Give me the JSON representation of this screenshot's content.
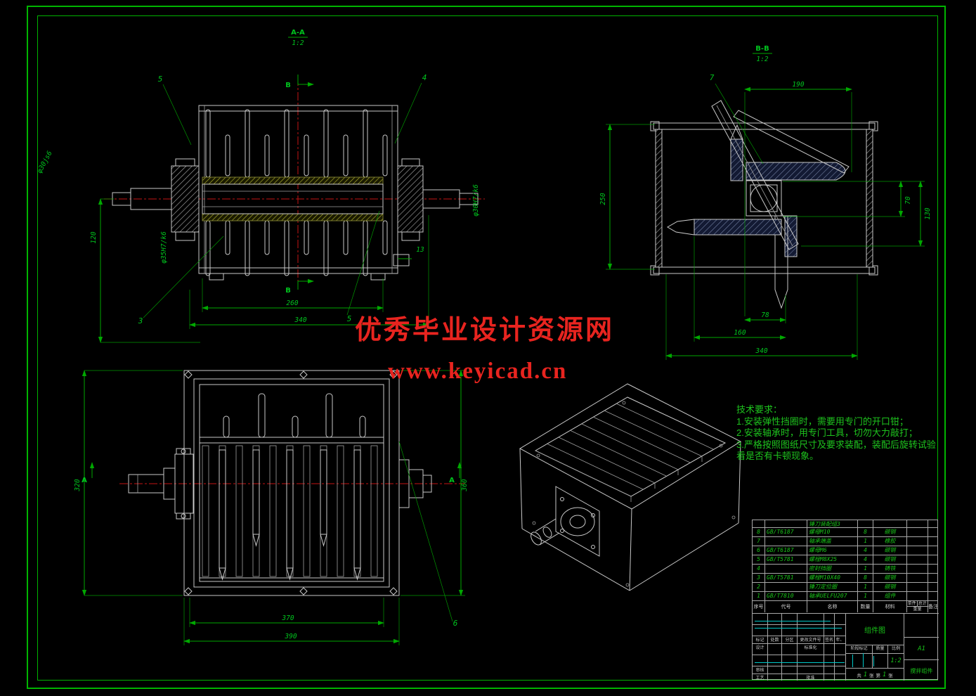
{
  "colors": {
    "frame_green": "#00b400",
    "dim_green": "#00a800",
    "line_white": "#c9c9c9",
    "centerline_red": "#c41414",
    "watermark_red": "#e8241f",
    "signature_cyan": "#00c8c8"
  },
  "watermark": {
    "line1": "优秀毕业设计资源网",
    "line2": "www.keyicad.cn"
  },
  "section_labels": {
    "aa": {
      "title": "A-A",
      "scale": "1:2"
    },
    "bb": {
      "title": "B-B",
      "scale": "1:2"
    }
  },
  "tech_requirements": {
    "title": "技术要求：",
    "line1": "1.安装弹性挡圈时，需要用专门的开口钳；",
    "line2": "2.安装轴承时，用专门工具，切勿大力敲打；",
    "line3": "3.严格按照图纸尺寸及要求装配，装配后旋转试验",
    "line4": "看是否有卡顿现象。"
  },
  "front_view": {
    "dim_left": "120",
    "dim_bottom_inner": "260",
    "dim_bottom_outer": "340",
    "dim_shaft_left": "φ30js6",
    "dim_hub": "φ35H7/k6",
    "dim_shaft_right": "φ30H7/k6",
    "dim_small": "13",
    "balloon_top_left": "5",
    "balloon_top_right": "4",
    "balloon_bottom_left": "3",
    "balloon_bottom_right": "5",
    "section_marker": "B"
  },
  "bb_view": {
    "dim_top": "190",
    "dim_left": "250",
    "dim_square": "70",
    "dim_right_outer": "130",
    "dim_bottom_inner": "78",
    "dim_bottom_mid": "160",
    "dim_bottom_outer": "340",
    "balloon": "7"
  },
  "top_view": {
    "dim_left": "320",
    "dim_right": "360",
    "dim_bottom_inner": "370",
    "dim_bottom_outer": "390",
    "balloon": "6",
    "section_marker_left": "A",
    "section_marker_right": "A"
  },
  "bom": {
    "headers": {
      "no": "序号",
      "code": "代号",
      "name": "名称",
      "qty": "数量",
      "material": "材料",
      "unit": "单件",
      "total": "总计",
      "weight": "重量",
      "note": "备注"
    },
    "rows": [
      {
        "no": "",
        "code": "",
        "name": "锤刀装配组3",
        "qty": "",
        "material": ""
      },
      {
        "no": "8",
        "code": "GB/T6187",
        "name": "螺母M10",
        "qty": "8",
        "material": "碳钢"
      },
      {
        "no": "7",
        "code": "",
        "name": "轴承端盖",
        "qty": "1",
        "material": "橡胶"
      },
      {
        "no": "6",
        "code": "GB/T6187",
        "name": "螺母M6",
        "qty": "4",
        "material": "碳钢"
      },
      {
        "no": "5",
        "code": "GB/T5781",
        "name": "螺栓M8X25",
        "qty": "4",
        "material": "碳钢"
      },
      {
        "no": "4",
        "code": "",
        "name": "密封挡圈",
        "qty": "1",
        "material": "铸铁"
      },
      {
        "no": "3",
        "code": "GB/T5781",
        "name": "螺栓M10X40",
        "qty": "8",
        "material": "碳钢"
      },
      {
        "no": "2",
        "code": "",
        "name": "锤刀定位圈",
        "qty": "1",
        "material": "碳钢"
      },
      {
        "no": "1",
        "code": "GB/T7810",
        "name": "轴承UELFU207",
        "qty": "1",
        "material": "组件"
      }
    ]
  },
  "titleblock": {
    "drawing_type": "组件图",
    "sheet_size": "A1",
    "part_name": "搅拌组件",
    "scale_value": "1:2",
    "row_labels": {
      "mark": "标记",
      "count": "处数",
      "zone": "分区",
      "change_file": "更改文件号",
      "sign": "签名",
      "date": "年、月、日"
    },
    "roles": {
      "design": "设计",
      "standard": "标准化",
      "review": "审核",
      "process": "工艺",
      "approve": "批准"
    },
    "stage": {
      "stage_mark": "阶段标记",
      "mass": "质量",
      "scale": "比例"
    },
    "sheets": {
      "total_label": "共",
      "total_value": "1",
      "sheet_word": "张",
      "page_label": "第",
      "page_value": "1",
      "page_word": "张"
    }
  }
}
